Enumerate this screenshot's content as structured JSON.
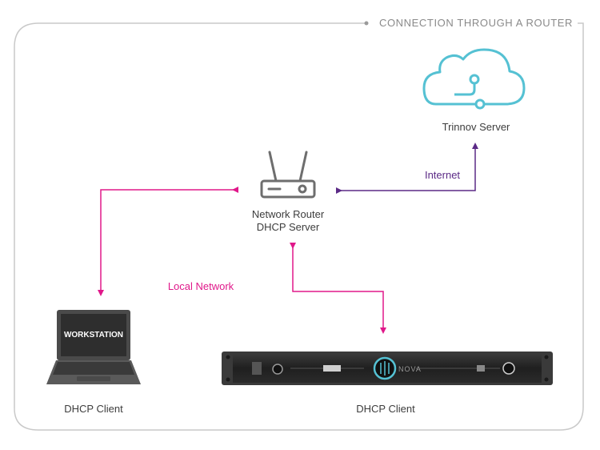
{
  "diagram": {
    "title": "CONNECTION THROUGH A ROUTER",
    "nodes": {
      "server": {
        "label": "Trinnov Server",
        "icon": "cloud-icon"
      },
      "router": {
        "label_line1": "Network Router",
        "label_line2": "DHCP Server",
        "icon": "router-icon"
      },
      "workstation": {
        "label": "DHCP Client",
        "screen_text": "WORKSTATION",
        "icon": "laptop-icon"
      },
      "nova": {
        "label": "DHCP Client",
        "brand_text": "NOVA",
        "icon": "rack-unit-icon"
      }
    },
    "edges": {
      "internet": {
        "label": "Internet",
        "color": "#5b2a86"
      },
      "local": {
        "label": "Local Network",
        "color": "#e0188a"
      }
    },
    "colors": {
      "cloud": "#55c1d3",
      "frame": "#c9c9c9",
      "device": "#6e6e6e"
    }
  }
}
